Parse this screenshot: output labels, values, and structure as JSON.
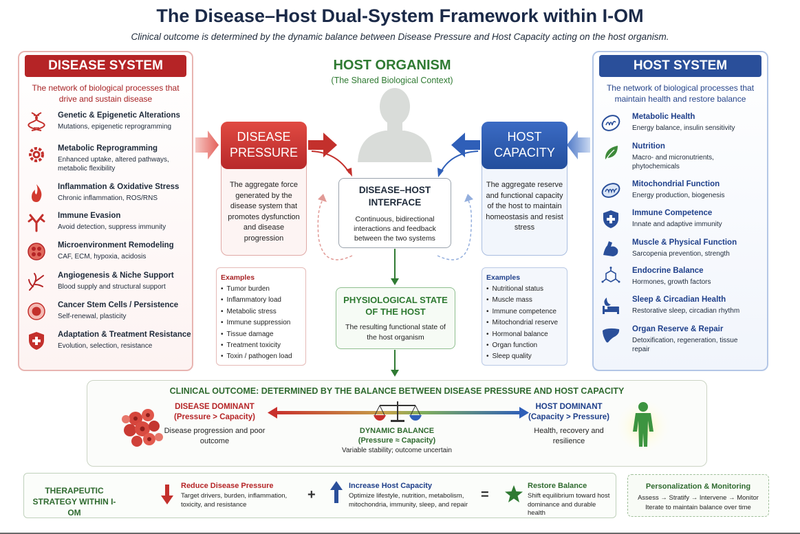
{
  "title": "The Disease–Host Dual-System Framework within I-OM",
  "subtitle": "Clinical outcome is determined by the dynamic balance between Disease Pressure and Host Capacity acting on the host organism.",
  "colors": {
    "disease": "#b52426",
    "host": "#2a4f9a",
    "organism": "#2f7a32"
  },
  "disease_system": {
    "title": "DISEASE SYSTEM",
    "description": "The network of biological processes that drive and sustain disease",
    "items": [
      {
        "icon": "dna-icon",
        "title": "Genetic & Epigenetic Alterations",
        "text": "Mutations, epigenetic reprogramming"
      },
      {
        "icon": "gear-icon",
        "title": "Metabolic Reprogramming",
        "text": "Enhanced uptake, altered pathways, metabolic flexibility"
      },
      {
        "icon": "flame-icon",
        "title": "Inflammation & Oxidative Stress",
        "text": "Chronic inflammation, ROS/RNS"
      },
      {
        "icon": "antibody-icon",
        "title": "Immune Evasion",
        "text": "Avoid detection, suppress immunity"
      },
      {
        "icon": "cell-cluster-icon",
        "title": "Microenvironment Remodeling",
        "text": "CAF, ECM, hypoxia, acidosis"
      },
      {
        "icon": "vessel-branch-icon",
        "title": "Angiogenesis & Niche Support",
        "text": "Blood supply and structural support"
      },
      {
        "icon": "stem-cell-icon",
        "title": "Cancer Stem Cells / Persistence",
        "text": "Self-renewal, plasticity"
      },
      {
        "icon": "shield-plus-icon",
        "title": "Adaptation & Treatment Resistance",
        "text": "Evolution, selection, resistance"
      }
    ]
  },
  "host_system": {
    "title": "HOST SYSTEM",
    "description": "The network of biological processes that maintain health and restore balance",
    "items": [
      {
        "icon": "mitochondria-metabolic-icon",
        "title": "Metabolic Health",
        "text": "Energy balance, insulin sensitivity"
      },
      {
        "icon": "leaf-icon",
        "title": "Nutrition",
        "text": "Macro- and micronutrients, phytochemicals"
      },
      {
        "icon": "mitochondria-icon",
        "title": "Mitochondrial Function",
        "text": "Energy production, biogenesis"
      },
      {
        "icon": "shield-cross-icon",
        "title": "Immune Competence",
        "text": "Innate and adaptive immunity"
      },
      {
        "icon": "muscle-icon",
        "title": "Muscle & Physical Function",
        "text": "Sarcopenia prevention, strength"
      },
      {
        "icon": "hormone-molecule-icon",
        "title": "Endocrine Balance",
        "text": "Hormones, growth factors"
      },
      {
        "icon": "sleep-bed-icon",
        "title": "Sleep & Circadian Health",
        "text": "Restorative sleep, circadian rhythm"
      },
      {
        "icon": "liver-icon",
        "title": "Organ Reserve & Repair",
        "text": "Detoxification, regeneration, tissue repair"
      }
    ]
  },
  "host_organism": {
    "title": "HOST ORGANISM",
    "subtitle": "(The Shared Biological Context)"
  },
  "disease_pressure": {
    "title_line1": "DISEASE",
    "title_line2": "PRESSURE",
    "text": "The aggregate force generated by the disease system that promotes dysfunction and disease progression",
    "examples_title": "Examples",
    "examples": [
      "Tumor burden",
      "Inflammatory load",
      "Metabolic stress",
      "Immune suppression",
      "Tissue damage",
      "Treatment toxicity",
      "Toxin / pathogen load"
    ]
  },
  "host_capacity": {
    "title_line1": "HOST",
    "title_line2": "CAPACITY",
    "text": "The aggregate reserve and functional capacity of the host to maintain homeostasis and resist stress",
    "examples_title": "Examples",
    "examples": [
      "Nutritional status",
      "Muscle mass",
      "Immune competence",
      "Mitochondrial reserve",
      "Hormonal balance",
      "Organ function",
      "Sleep quality"
    ]
  },
  "interface": {
    "title_line1": "DISEASE–HOST",
    "title_line2": "INTERFACE",
    "text": "Continuous, bidirectional interactions and feedback between the two systems"
  },
  "physiological_state": {
    "title_line1": "PHYSIOLOGICAL STATE",
    "title_line2": "OF THE HOST",
    "text": "The resulting functional state of the host organism"
  },
  "outcome": {
    "title": "CLINICAL OUTCOME: DETERMINED BY THE BALANCE BETWEEN DISEASE PRESSURE AND HOST CAPACITY",
    "disease_dominant": {
      "title": "DISEASE DOMINANT",
      "condition": "(Pressure > Capacity)",
      "text": "Disease progression and poor outcome"
    },
    "dynamic_balance": {
      "title": "DYNAMIC BALANCE",
      "condition": "(Pressure ≈ Capacity)",
      "text": "Variable stability; outcome uncertain"
    },
    "host_dominant": {
      "title": "HOST DOMINANT",
      "condition": "(Capacity > Pressure)",
      "text": "Health, recovery and resilience"
    }
  },
  "strategy": {
    "title": "THERAPEUTIC STRATEGY WITHIN I-OM",
    "steps": [
      {
        "title": "Reduce Disease Pressure",
        "text": "Target drivers, burden, inflammation, toxicity, and resistance"
      },
      {
        "title": "Increase Host Capacity",
        "text": "Optimize lifestyle, nutrition, metabolism, mitochondria, immunity, sleep, and repair"
      },
      {
        "title": "Restore Balance",
        "text": "Shift equilibrium toward host dominance and durable health"
      }
    ],
    "plus": "+",
    "equals": "="
  },
  "personalization": {
    "title": "Personalization & Monitoring",
    "flow": "Assess → Stratify → Intervene → Monitor",
    "text": "Iterate to maintain balance over time"
  }
}
